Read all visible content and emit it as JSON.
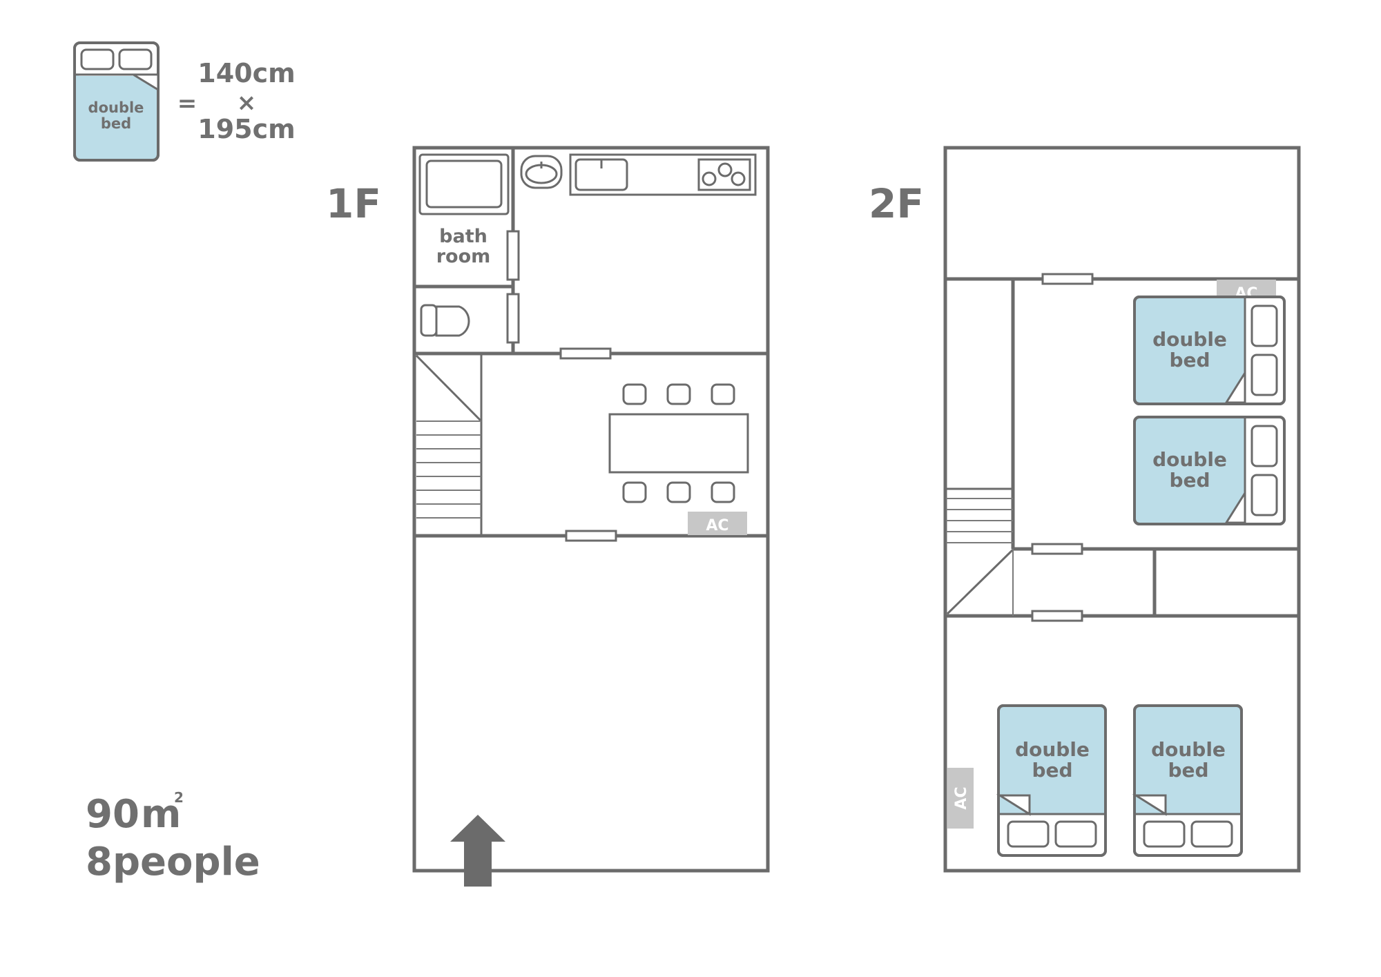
{
  "colors": {
    "wall": "#6b6b6b",
    "text": "#707070",
    "bed_fill": "#bcdde8",
    "ac_fill": "#c7c7c7",
    "background": "#ffffff"
  },
  "legend": {
    "bed_label_line1": "double",
    "bed_label_line2": "bed",
    "equals": "=",
    "width": "140cm",
    "times": "×",
    "length": "195cm"
  },
  "floors": {
    "first": {
      "label": "1F",
      "bathroom_line1": "bath",
      "bathroom_line2": "room",
      "ac": "AC",
      "entrance_icon": "arrow-up-icon"
    },
    "second": {
      "label": "2F",
      "ac_top": "AC",
      "ac_side": "AC",
      "beds": [
        {
          "line1": "double",
          "line2": "bed"
        },
        {
          "line1": "double",
          "line2": "bed"
        },
        {
          "line1": "double",
          "line2": "bed"
        },
        {
          "line1": "double",
          "line2": "bed"
        }
      ]
    }
  },
  "summary": {
    "area_number": "90",
    "area_unit": "m",
    "area_sup": "2",
    "capacity": "8people"
  }
}
